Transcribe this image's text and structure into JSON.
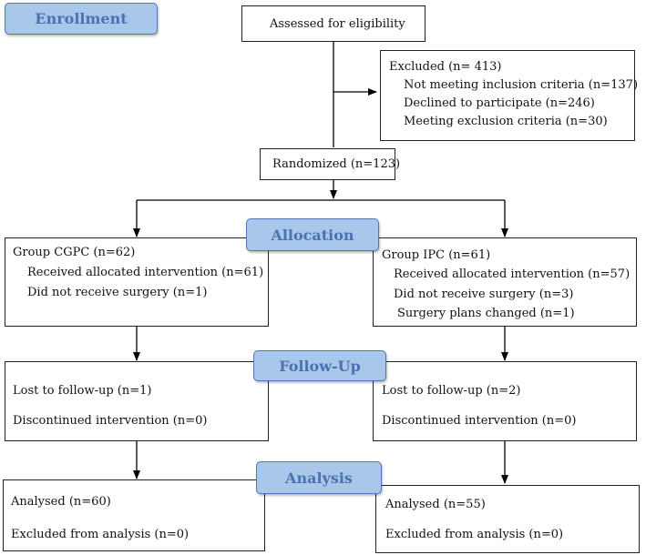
{
  "stages": {
    "enrollment": "Enrollment",
    "allocation": "Allocation",
    "follow_up": "Follow-Up",
    "analysis": "Analysis"
  },
  "assessed": "Assessed for eligibility",
  "excluded": {
    "title": "Excluded (n= 413)",
    "items": [
      "Not meeting inclusion criteria (n=137)",
      "Declined to participate (n=246)",
      "Meeting exclusion criteria (n=30)"
    ]
  },
  "randomized": "Randomized (n=123)",
  "left": {
    "allocation": {
      "title": "Group CGPC (n=62)",
      "items": [
        "Received allocated intervention (n=61)",
        "Did not receive surgery (n=1)"
      ]
    },
    "follow_up": {
      "lost": "Lost to follow-up (n=1)",
      "discontinued": "Discontinued intervention (n=0)"
    },
    "analysis": {
      "analysed": "Analysed (n=60)",
      "excluded": "Excluded from analysis (n=0)"
    }
  },
  "right": {
    "allocation": {
      "title": "Group IPC (n=61)",
      "items": [
        "Received allocated intervention (n=57)",
        "Did not receive surgery (n=3)",
        "Surgery plans changed (n=1)"
      ]
    },
    "follow_up": {
      "lost": "Lost to follow-up (n=2)",
      "discontinued": "Discontinued intervention (n=0)"
    },
    "analysis": {
      "analysed": "Analysed (n=55)",
      "excluded": "Excluded from analysis (n=0)"
    }
  },
  "colors": {
    "stage_fill": "#a9c7ea",
    "stage_border": "#4f77b6",
    "stage_text": "#4c71b0",
    "line": "#000000"
  }
}
